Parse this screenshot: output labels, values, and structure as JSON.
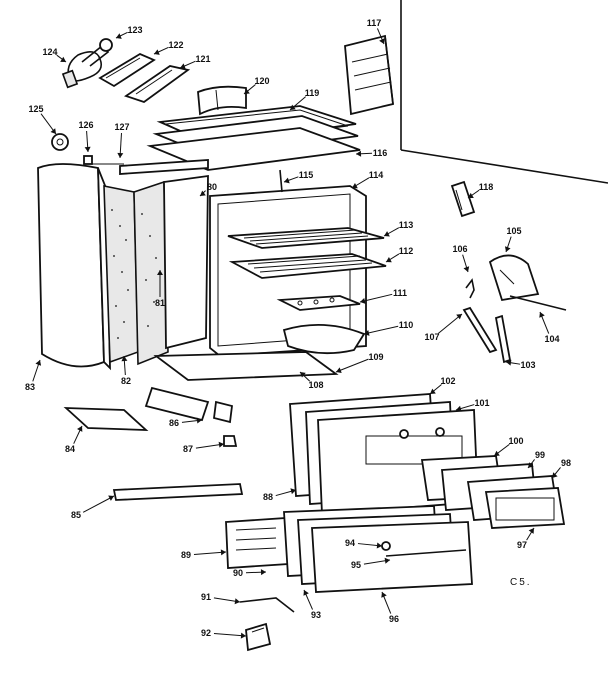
{
  "diagram": {
    "corner_code": "C5.",
    "callouts": [
      "123",
      "124",
      "122",
      "121",
      "117",
      "120",
      "119",
      "125",
      "126",
      "127",
      "116",
      "115",
      "114",
      "80",
      "118",
      "113",
      "105",
      "106",
      "112",
      "81",
      "111",
      "104",
      "107",
      "110",
      "103",
      "83",
      "82",
      "109",
      "108",
      "102",
      "101",
      "86",
      "84",
      "87",
      "100",
      "99",
      "98",
      "88",
      "85",
      "97",
      "89",
      "94",
      "95",
      "90",
      "91",
      "93",
      "96",
      "92"
    ]
  }
}
